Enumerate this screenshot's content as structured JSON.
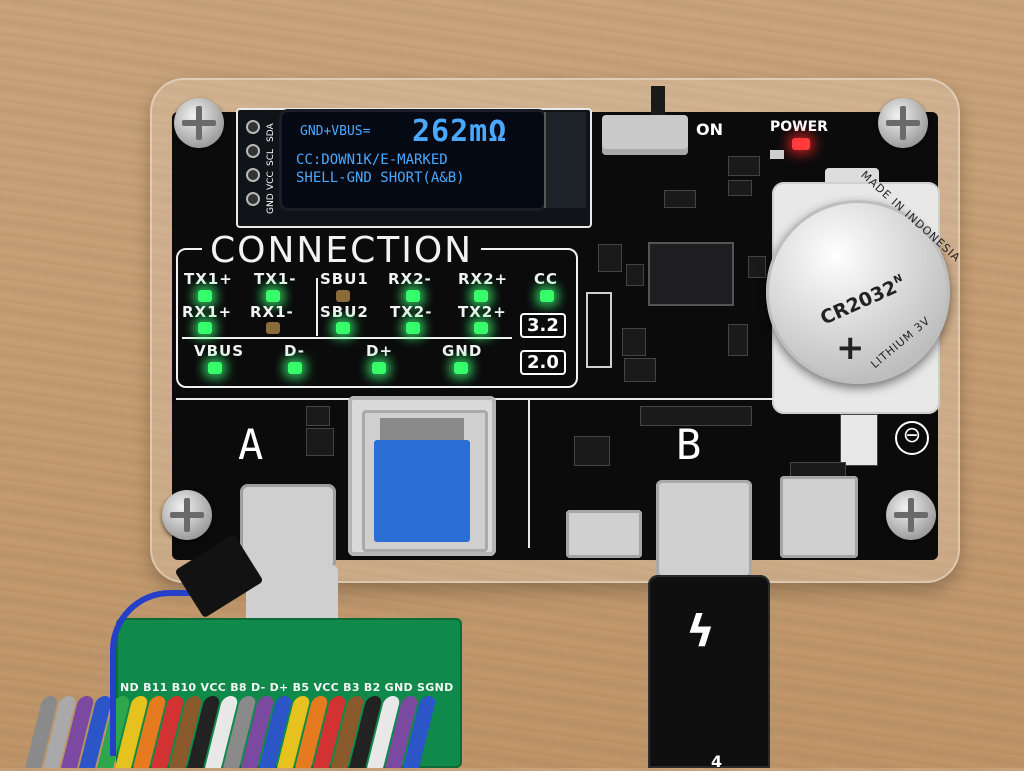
{
  "oled": {
    "label_gnd_vbus": "GND+VBUS=",
    "value_resistance": "262mΩ",
    "line2": "CC:DOWN1K/E-MARKED",
    "line3": "SHELL-GND SHORT(A&B)"
  },
  "header_pins": [
    "GND",
    "VCC",
    "SCL",
    "SDA"
  ],
  "labels": {
    "on": "ON",
    "power": "POWER",
    "connection": "CONNECTION",
    "badge_32": "3.2",
    "badge_20": "2.0",
    "section_a": "A",
    "section_b": "B",
    "minus_symbol": "⊖"
  },
  "pins": {
    "row1": [
      "TX1+",
      "TX1-",
      "SBU1",
      "RX2-",
      "RX2+",
      "CC"
    ],
    "row2": [
      "RX1+",
      "RX1-",
      "SBU2",
      "TX2-",
      "TX2+"
    ],
    "row3": [
      "VBUS",
      "D-",
      "D+",
      "GND"
    ]
  },
  "battery": {
    "model": "CR2032",
    "model_suffix": "N",
    "made_in": "MADE IN INDONESIA",
    "chem": "LITHIUM 3V",
    "plus": "+"
  },
  "breakout_label": "ND B11 B10 VCC B8 D- D+ B5 VCC B3 B2 GND SGND",
  "cable": {
    "thunderbolt_icon": "thunderbolt-icon",
    "number": "4"
  },
  "colors": {
    "pcb": "#0b0b0c",
    "oled_text": "#4aa9ff",
    "led_green": "#36ff6a",
    "led_red": "#ff3b3b",
    "usb3_blue": "#2b6fd6",
    "breakout_green": "#0f8a4a"
  }
}
